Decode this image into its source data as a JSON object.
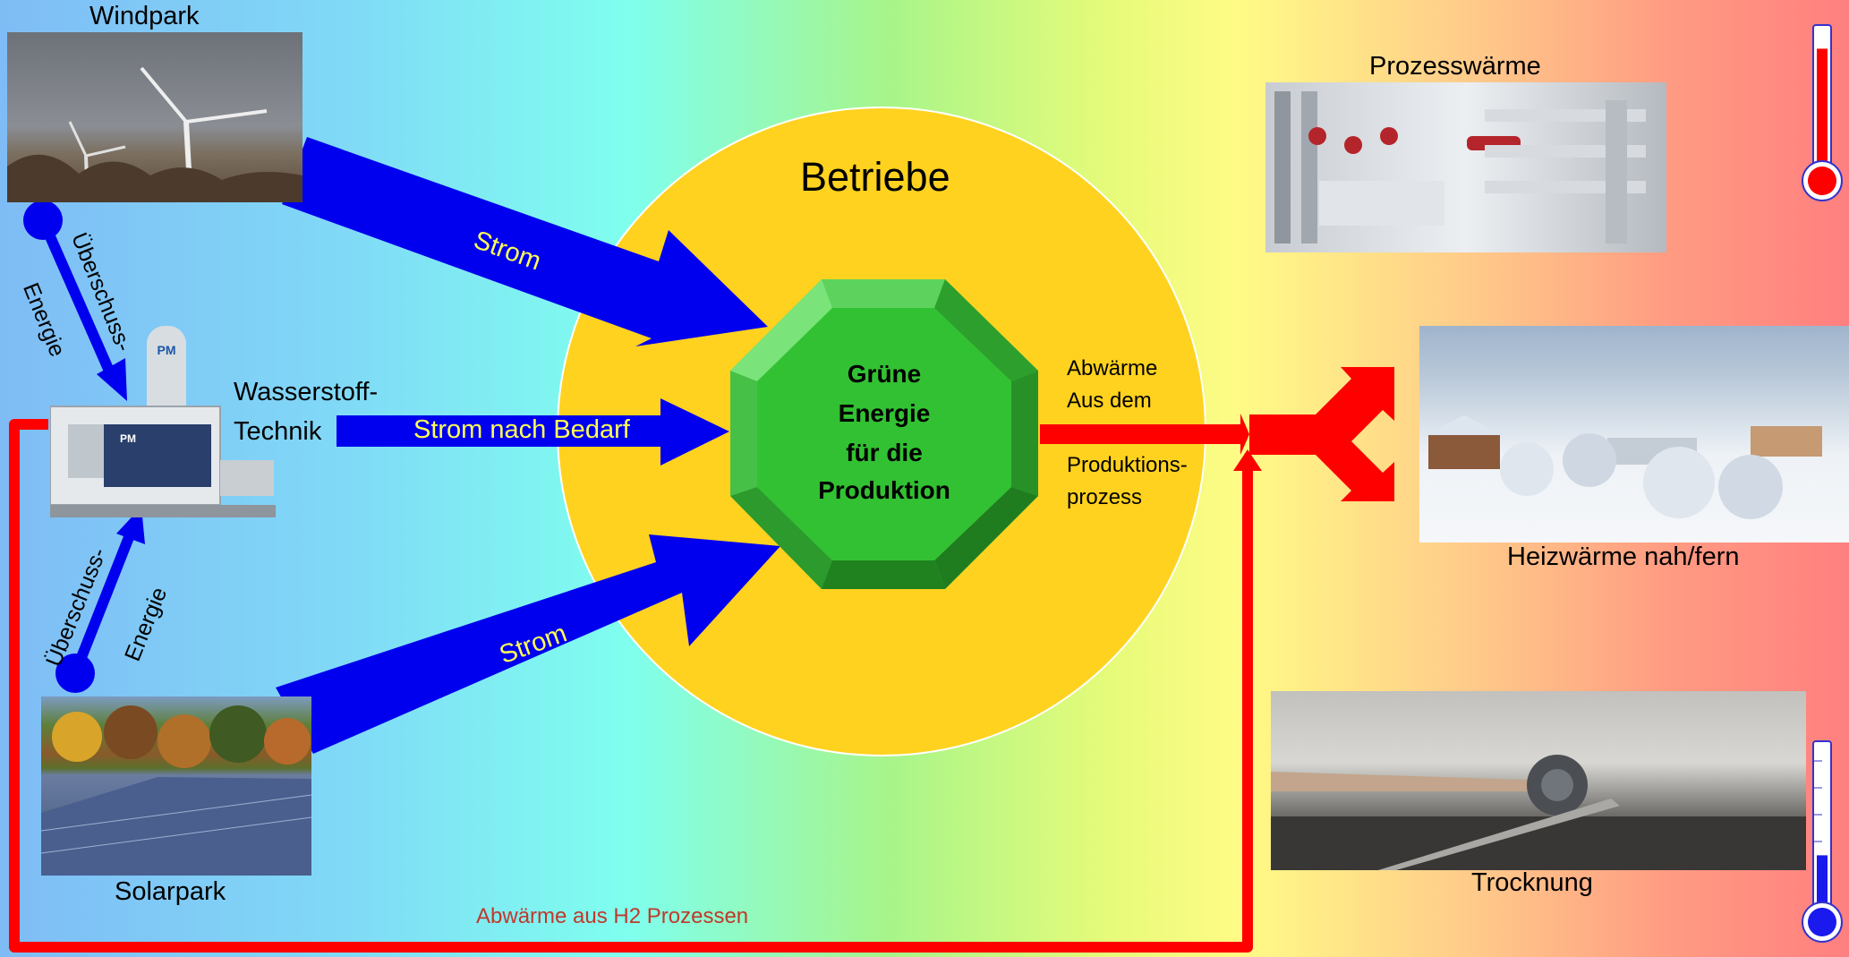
{
  "labels": {
    "windpark": "Windpark",
    "solarpark": "Solarpark",
    "wasserstoff_line1": "Wasserstoff-",
    "wasserstoff_line2": "Technik",
    "betriebe": "Betriebe",
    "strom_top": "Strom",
    "strom_bottom": "Strom",
    "strom_bedarf": "Strom nach Bedarf",
    "core_line1": "Grüne",
    "core_line2": "Energie",
    "core_line3": "für die",
    "core_line4": "Produktion",
    "abwaerme_line1": "Abwärme",
    "abwaerme_line2": "Aus dem",
    "abwaerme_line3": "Produktions-",
    "abwaerme_line4": "prozess",
    "ueberschuss_top": "Überschuss-",
    "energie_top": "Energie",
    "ueberschuss_bottom": "Überschuss-",
    "energie_bottom": "Energie",
    "prozesswaerme": "Prozesswärme",
    "heizwaerme": "Heizwärme nah/fern",
    "trocknung": "Trocknung",
    "abwaerme_h2": "Abwärme aus  H2  Prozessen",
    "tank_logo": "PM",
    "container_logo": "PM"
  },
  "colors": {
    "blue_flow": "#0000ee",
    "red_flow": "#ff0000",
    "circle": "#ffd21f",
    "octagon": "#2fc42f",
    "strom_text": "#ffff55",
    "h2_text": "#c0392b"
  },
  "thermometers": {
    "top_level": 0.85,
    "bottom_level": 0.35
  }
}
